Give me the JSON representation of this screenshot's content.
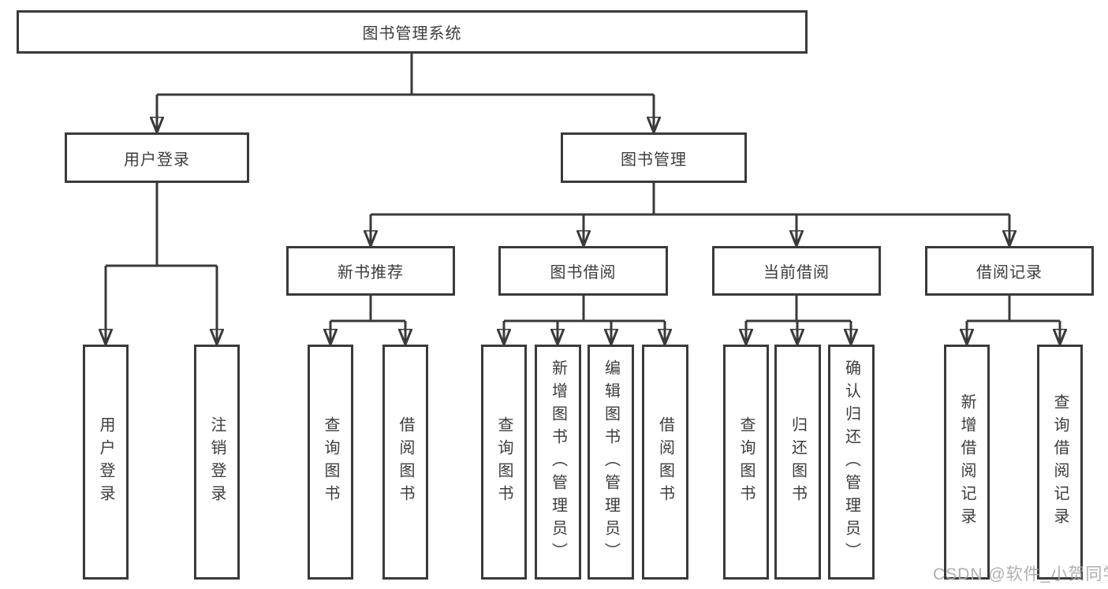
{
  "diagram_title": "图书管理系统",
  "watermark": "CSDN @软件_小贺同学",
  "colors": {
    "line": "#3a3a3a",
    "box_border": "#3a3a3a",
    "text": "#3c3c3c",
    "background": "#ffffff",
    "watermark": "#ababab"
  },
  "tree": {
    "label": "图书管理系统",
    "children": [
      {
        "label": "用户登录",
        "children": [
          {
            "label": "用户登录"
          },
          {
            "label": "注销登录"
          }
        ]
      },
      {
        "label": "图书管理",
        "children": [
          {
            "label": "新书推荐",
            "children": [
              {
                "label": "查询图书"
              },
              {
                "label": "借阅图书"
              }
            ]
          },
          {
            "label": "图书借阅",
            "children": [
              {
                "label": "查询图书"
              },
              {
                "label": "新增图书（管理员）"
              },
              {
                "label": "编辑图书（管理员）"
              },
              {
                "label": "借阅图书"
              }
            ]
          },
          {
            "label": "当前借阅",
            "children": [
              {
                "label": "查询图书"
              },
              {
                "label": "归还图书"
              },
              {
                "label": "确认归还（管理员）"
              }
            ]
          },
          {
            "label": "借阅记录",
            "children": [
              {
                "label": "新增借阅记录"
              },
              {
                "label": "查询借阅记录"
              }
            ]
          }
        ]
      }
    ]
  }
}
